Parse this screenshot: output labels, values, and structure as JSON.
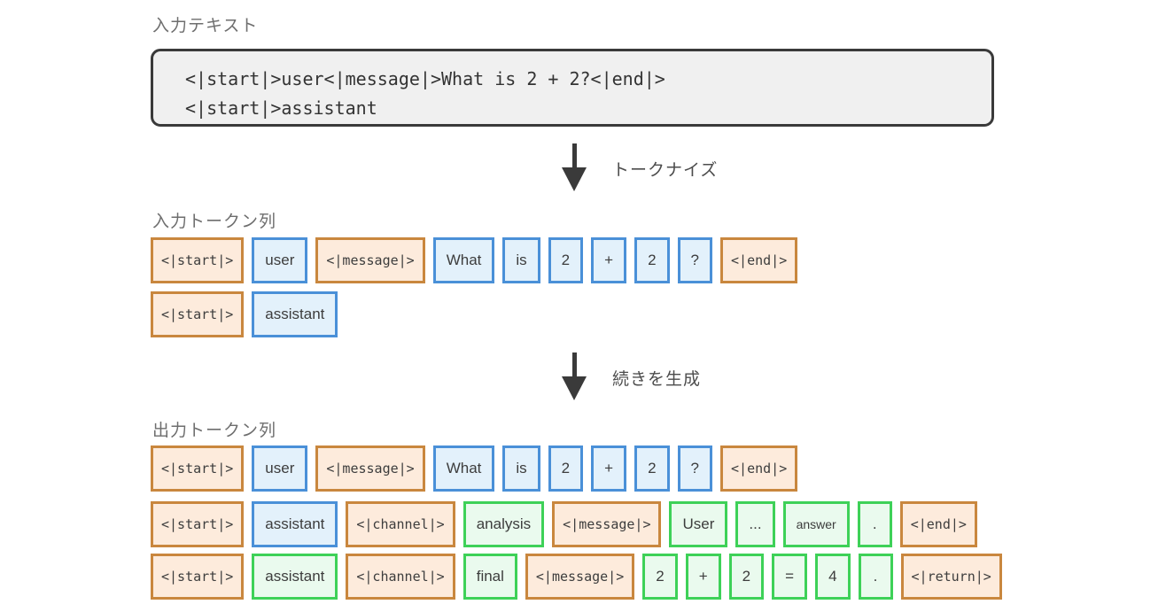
{
  "labels": {
    "input_text": "入力テキスト",
    "input_tokens": "入力トークン列",
    "output_tokens": "出力トークン列",
    "tokenize": "トークナイズ",
    "generate": "続きを生成"
  },
  "code_box": {
    "lines": [
      "<|start|>user<|message|>What is 2 + 2?<|end|>",
      "<|start|>assistant"
    ]
  },
  "colors": {
    "special_border": "#c9873e",
    "special_fill": "#fdebdc",
    "input_border": "#4a90d8",
    "input_fill": "#e3f1fb",
    "generated_border": "#3ed158",
    "generated_fill": "#eafaee",
    "codebox_border": "#3a3a3a",
    "codebox_fill": "#f0f0f0",
    "arrow": "#3a3a3a",
    "label_text": "#6e6e6e"
  },
  "token_rows": {
    "input": [
      [
        {
          "text": "<|start|>",
          "kind": "special"
        },
        {
          "text": "user",
          "kind": "input"
        },
        {
          "text": "<|message|>",
          "kind": "special"
        },
        {
          "text": "What",
          "kind": "input"
        },
        {
          "text": "is",
          "kind": "input"
        },
        {
          "text": "2",
          "kind": "input"
        },
        {
          "text": "+",
          "kind": "input"
        },
        {
          "text": "2",
          "kind": "input"
        },
        {
          "text": "?",
          "kind": "input"
        },
        {
          "text": "<|end|>",
          "kind": "special"
        }
      ],
      [
        {
          "text": "<|start|>",
          "kind": "special"
        },
        {
          "text": "assistant",
          "kind": "input"
        }
      ]
    ],
    "output": [
      [
        {
          "text": "<|start|>",
          "kind": "special"
        },
        {
          "text": "user",
          "kind": "input"
        },
        {
          "text": "<|message|>",
          "kind": "special"
        },
        {
          "text": "What",
          "kind": "input"
        },
        {
          "text": "is",
          "kind": "input"
        },
        {
          "text": "2",
          "kind": "input"
        },
        {
          "text": "+",
          "kind": "input"
        },
        {
          "text": "2",
          "kind": "input"
        },
        {
          "text": "?",
          "kind": "input"
        },
        {
          "text": "<|end|>",
          "kind": "special"
        }
      ],
      [
        {
          "text": "<|start|>",
          "kind": "special"
        },
        {
          "text": "assistant",
          "kind": "input"
        },
        {
          "text": "<|channel|>",
          "kind": "special"
        },
        {
          "text": "analysis",
          "kind": "generated"
        },
        {
          "text": "<|message|>",
          "kind": "special"
        },
        {
          "text": "User",
          "kind": "generated"
        },
        {
          "text": "...",
          "kind": "generated"
        },
        {
          "text": "answer",
          "kind": "generated",
          "small": true
        },
        {
          "text": ".",
          "kind": "generated"
        },
        {
          "text": "<|end|>",
          "kind": "special"
        }
      ],
      [
        {
          "text": "<|start|>",
          "kind": "special"
        },
        {
          "text": "assistant",
          "kind": "generated"
        },
        {
          "text": "<|channel|>",
          "kind": "special"
        },
        {
          "text": "final",
          "kind": "generated"
        },
        {
          "text": "<|message|>",
          "kind": "special"
        },
        {
          "text": "2",
          "kind": "generated"
        },
        {
          "text": "+",
          "kind": "generated"
        },
        {
          "text": "2",
          "kind": "generated"
        },
        {
          "text": "=",
          "kind": "generated"
        },
        {
          "text": "4",
          "kind": "generated"
        },
        {
          "text": ".",
          "kind": "generated"
        },
        {
          "text": "<|return|>",
          "kind": "special"
        }
      ]
    ]
  }
}
